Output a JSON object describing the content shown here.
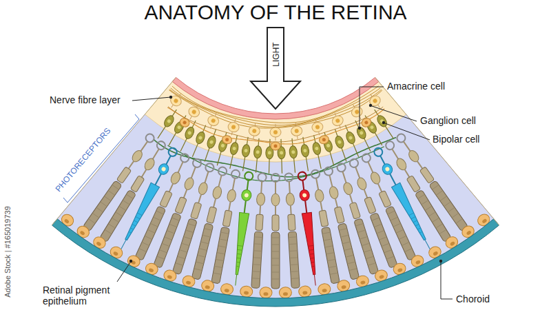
{
  "diagram": {
    "title": "ANATOMY OF THE RETINA",
    "labels": [
      "LIGHT",
      "Nerve fibre layer",
      "Amacrine cell",
      "Ganglion cell",
      "Bipolar cell",
      "PHOTORECEPTORS",
      "Retinal pigment epithelium",
      "Choroid",
      "Adobe Stock | #165019739"
    ]
  }
}
